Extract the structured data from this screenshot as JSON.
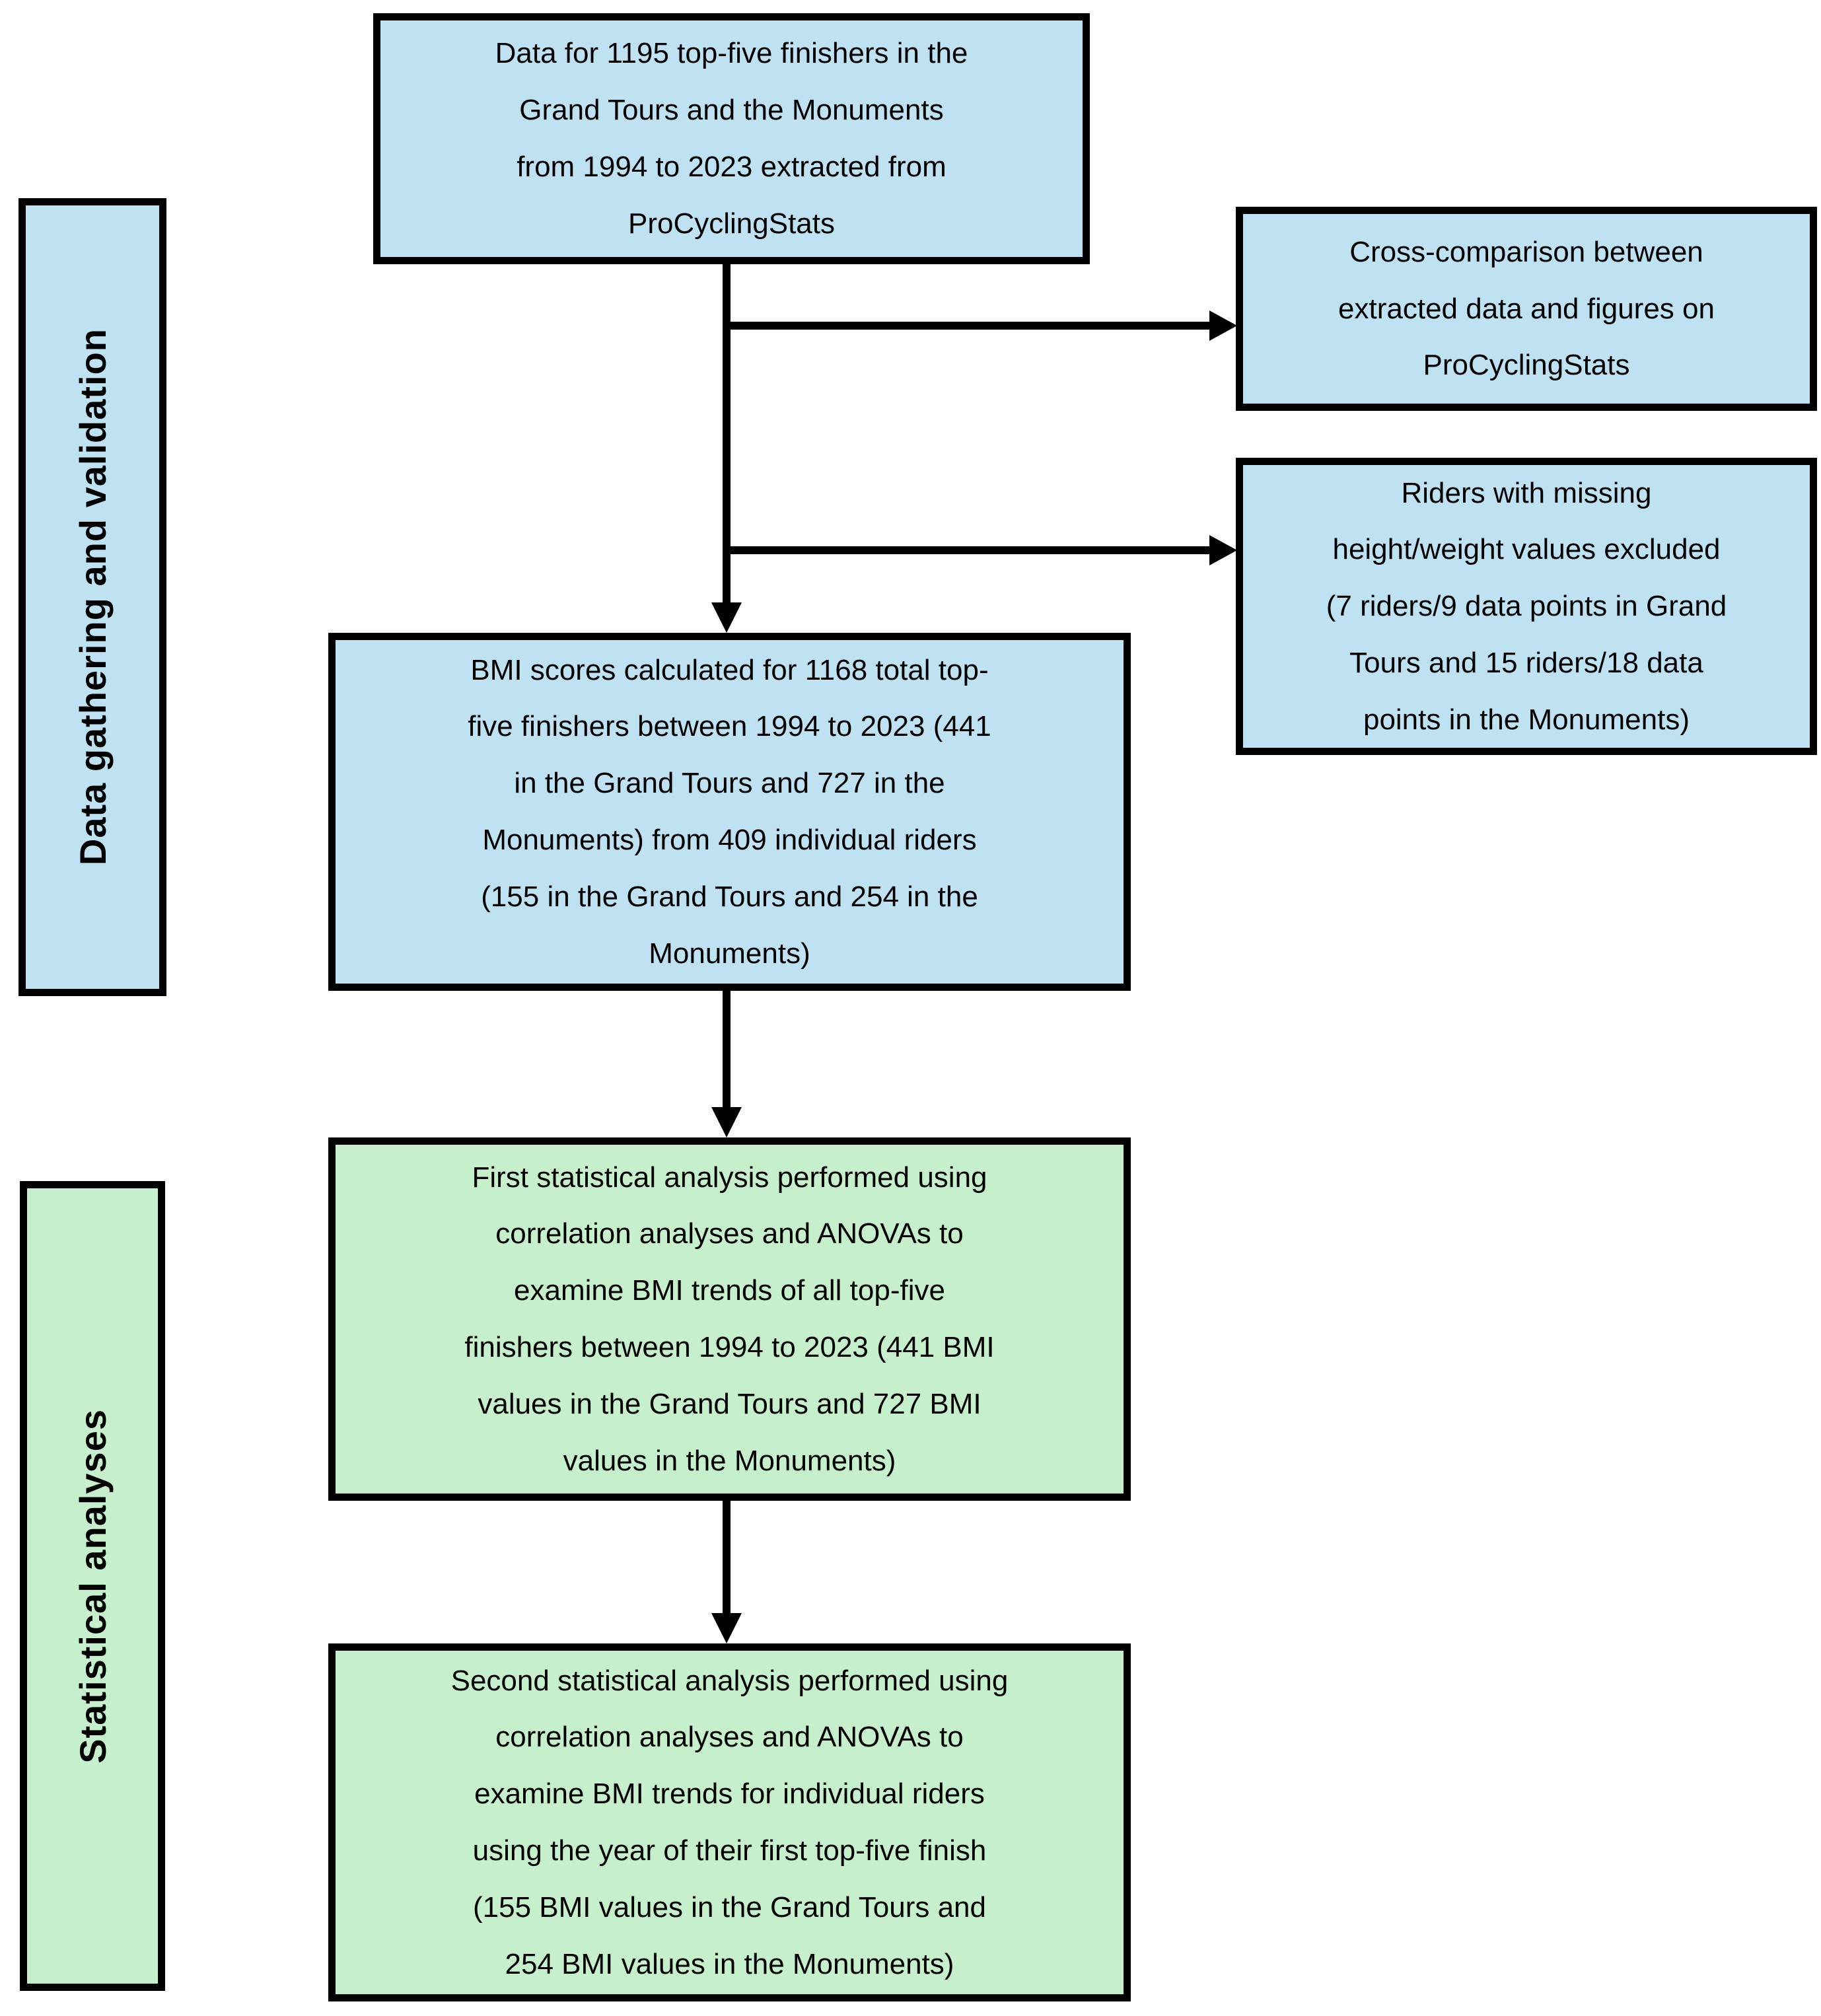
{
  "diagram": {
    "sidebar": {
      "data_gathering_label": "Data gathering and validation",
      "statistical_label": "Statistical analyses"
    },
    "boxes": {
      "source_data": "Data for 1195 top-five finishers in the\nGrand Tours and the Monuments\nfrom 1994 to 2023 extracted from\nProCyclingStats",
      "cross_comparison": "Cross-comparison between\nextracted data and figures on\nProCyclingStats",
      "riders_excluded": "Riders with missing\nheight/weight values excluded\n(7 riders/9 data points in Grand\nTours and 15 riders/18 data\npoints in the Monuments)",
      "bmi_scores": "BMI scores calculated for 1168 total top-\nfive finishers between 1994 to 2023 (441\nin the Grand Tours and 727 in the\nMonuments) from 409 individual riders\n(155 in the Grand Tours and 254 in the\nMonuments)",
      "first_analysis": "First statistical analysis performed using\ncorrelation analyses and ANOVAs to\nexamine BMI trends of all top-five\nfinishers between 1994 to 2023 (441 BMI\nvalues in the Grand Tours and 727 BMI\nvalues in the Monuments)",
      "second_analysis": "Second statistical analysis performed using\ncorrelation analyses and ANOVAs to\nexamine BMI trends for individual riders\nusing the year of their first top-five finish\n(155 BMI values in the Grand Tours and\n254 BMI values in the Monuments)"
    },
    "colors": {
      "blue_fill": "#BFE2F2",
      "green_fill": "#C6F0CC",
      "border": "#000000"
    }
  }
}
